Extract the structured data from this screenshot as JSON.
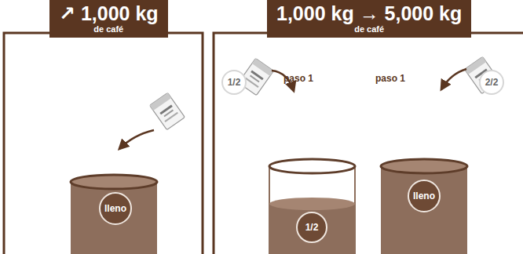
{
  "diagram": {
    "nodes": [
      {
        "text": [
          "↗ 1,000 kg",
          "de café"
        ]
      },
      {
        "text": [
          "lleno"
        ]
      },
      {
        "text": [
          "1,000 kg → 5,000 kg",
          "de café"
        ]
      },
      {
        "text": [
          "1/2"
        ]
      },
      {
        "text": [
          "2/2"
        ]
      },
      {
        "text": [
          "1/2"
        ]
      },
      {
        "text": [
          "lleno"
        ]
      }
    ],
    "labels": [
      "paso 1",
      "paso 1"
    ]
  }
}
